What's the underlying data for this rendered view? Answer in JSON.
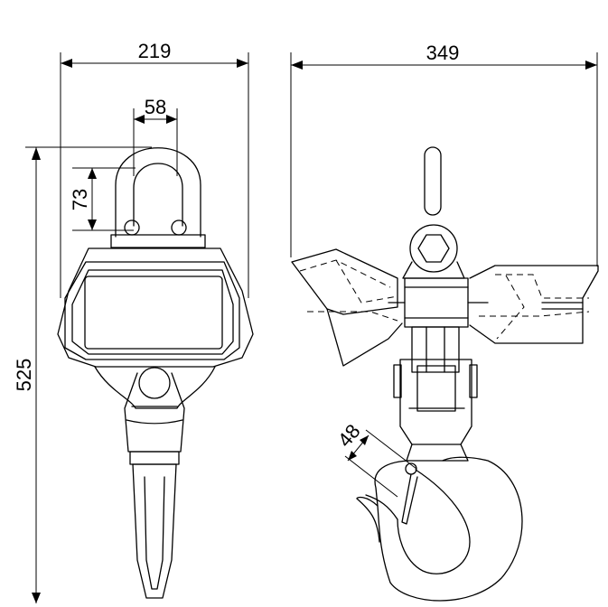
{
  "dimensions": {
    "front_width": "219",
    "side_width": "349",
    "shackle_gap": "58",
    "shackle_height": "73",
    "total_height": "525",
    "hook_opening": "48"
  }
}
